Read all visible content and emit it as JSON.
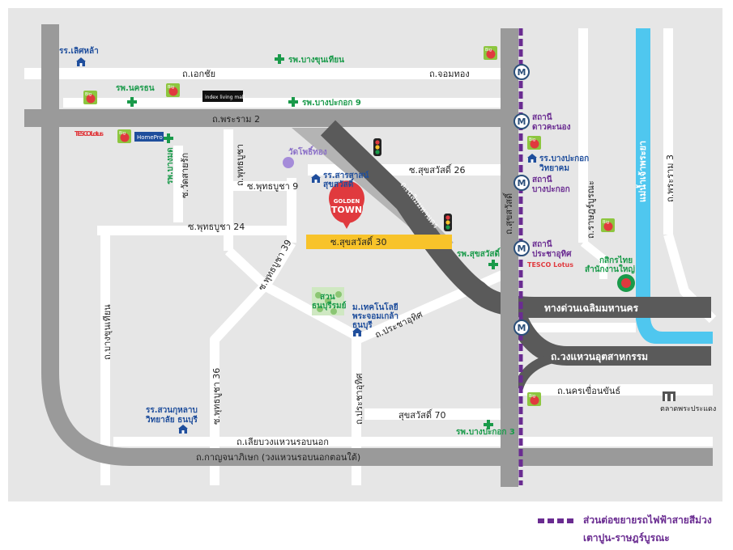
{
  "colors": {
    "background": "#e6e6e6",
    "road": "#ffffff",
    "major_road": "#8c8c8c",
    "expressway": "#5a5a5a",
    "purple_line": "#6a2c91",
    "river": "#4fc7ef",
    "highlight_road": "#f8c32a",
    "hospital": "#1a9a4a",
    "school": "#1f4e9c"
  },
  "roads": {
    "ekachai": "ถ.เอกชัย",
    "chomthong": "ถ.จอมทอง",
    "rama2": "ถ.พระราม 2",
    "suksawat26": "ซ.สุขสวัสดิ์ 26",
    "phutthabucha9": "ซ.พุทธบูชา 9",
    "phutthabucha24": "ซ.พุทธบูชา 24",
    "suksawat30": "ซ.สุขสวัสดิ์ 30",
    "phutthabucha39": "ซ.พุทธบูชา 39",
    "phutthabucha": "ถ.พุทธบูชา",
    "wat_sai": "ซ.วัดสายรัก",
    "bangkhunthian": "ถ.บางขุนเทียน",
    "phutthabucha36": "ซ.พุทธบูชา 36",
    "pracha_uthit_diag": "ถ.ประชาอุทิศ",
    "pracha_uthit_vert": "ถ.ประชาอุทิศ",
    "suksawat70": "สุขสวัสดิ์ 70",
    "liap_wongwaen": "ถ.เลียบวงแหวนรอบนอก",
    "kanchanaphisek": "ถ.กาญจนาภิเษก (วงแหวนรอบนอกตอนใต้)",
    "suksawat": "ถ.สุขสวัสดิ์",
    "rat_burana": "ถ.ราษฎร์บูรณะ",
    "rama3": "ถ.พระราม 3",
    "expressway": "ทางด่วนเฉลิมมหานคร",
    "industrial_ring": "ถ.วงแหวนอุตสาหกรรม",
    "nakhon_khuean_khan": "ถ.นครเขื่อนขันธ์",
    "chaloem_diag": "ถ.เฉลิมมหานคร"
  },
  "river": "แม่น้ำเจ้าพระยา",
  "poi": {
    "school_lertla": "รร.เลิศหล้า",
    "hosp_bangkhunthian": "รพ.บางขุนเทียน",
    "hosp_nakhon": "รพ.นครธน",
    "hosp_bangpakok9": "รพ.บางปะกอก 9",
    "index_living_mall": "index living mall",
    "tesco_lotus_1": "TESCO Lotus",
    "homepro": "HomePro",
    "hosp_bangmod": "รพ.บางมด",
    "wat_phothong": "วัดโพธิ์ทอง",
    "school_sarasas_1": "รร.สารสาสน์",
    "school_sarasas_2": "สุขสวัสดิ์",
    "golden_town_1": "GOLDEN",
    "golden_town_2": "TOWN",
    "park_1": "สวน",
    "park_2": "ธนบุรีรมย์",
    "kmutt_1": "ม.เทคโนโลยี",
    "kmutt_2": "พระจอมเกล้า",
    "kmutt_3": "ธนบุรี",
    "hosp_suksawat": "รพ.สุขสวัสดิ์",
    "tesco_lotus_2": "TESCO Lotus",
    "school_suankularb_1": "รร.สวนกุหลาบ",
    "school_suankularb_2": "วิทยาลัย ธนบุรี",
    "hosp_bangpakok3": "รพ.บางปะกอก 3",
    "market": "ตลาดพระประแดง",
    "kasikorn_1": "กสิกรไทย",
    "kasikorn_2": "สำนักงานใหญ่",
    "school_bangpakok_1": "รร.บางปะกอก",
    "school_bangpakok_2": "วิทยาคม"
  },
  "stations": {
    "dao_khanong_1": "สถานี",
    "dao_khanong_2": "ดาวคะนอง",
    "bangpakok_1": "สถานี",
    "bangpakok_2": "บางปะกอก",
    "pracha_uthit_1": "สถานี",
    "pracha_uthit_2": "ประชาอุทิศ"
  },
  "icons": {
    "metro": "metro-station-icon",
    "hospital": "hospital-cross-icon",
    "school": "school-building-icon",
    "bigc": "big-c-store-icon",
    "traffic_light": "traffic-light-icon",
    "temple": "temple-icon",
    "market": "market-icon",
    "bank": "kasikorn-bank-logo",
    "project": "golden-town-pin-icon"
  },
  "legend": {
    "line1": "ส่วนต่อขยายรถไฟฟ้าสายสีม่วง",
    "line2": "เตาปูน-ราษฎร์บูรณะ"
  }
}
